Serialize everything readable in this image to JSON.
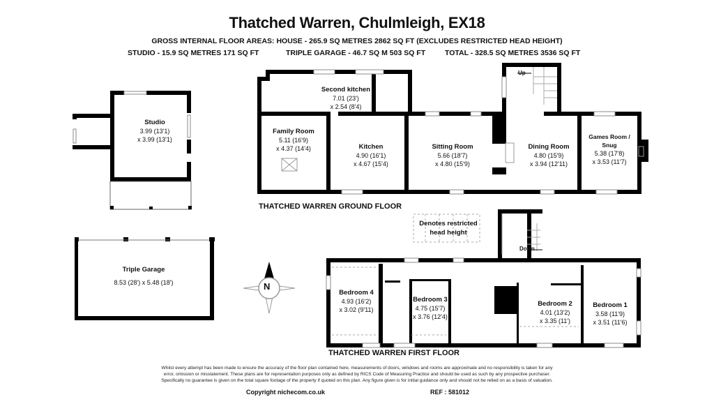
{
  "header": {
    "title": "Thatched Warren, Chulmleigh, EX18",
    "gross_areas": "GROSS INTERNAL FLOOR AREAS: HOUSE - 265.9 SQ METRES 2862 SQ FT (EXCLUDES RESTRICTED HEAD HEIGHT)",
    "studio_area": "STUDIO - 15.9 SQ METRES 171 SQ FT",
    "garage_area": "TRIPLE GARAGE - 46.7 SQ M 503 SQ FT",
    "total_area": "TOTAL - 328.5 SQ METRES 3536 SQ FT"
  },
  "outbuildings": {
    "studio": {
      "name": "Studio",
      "dim1": "3.99 (13'1)",
      "dim2": "x 3.99 (13'1)"
    },
    "garage": {
      "name": "Triple Garage",
      "dim1": "8.53 (28') x 5.48 (18')"
    }
  },
  "compass": {
    "label": "N"
  },
  "ground_floor": {
    "label": "THATCHED WARREN GROUND FLOOR",
    "stairs_label": "Up",
    "rooms": [
      {
        "name": "Second kitchen",
        "dim1": "7.01 (23')",
        "dim2": "x 2.54 (8'4)"
      },
      {
        "name": "Family Room",
        "dim1": "5.11 (16'9)",
        "dim2": "x 4.37 (14'4)"
      },
      {
        "name": "Kitchen",
        "dim1": "4.90 (16'1)",
        "dim2": "x 4.67 (15'4)"
      },
      {
        "name": "Sitting Room",
        "dim1": "5.66 (18'7)",
        "dim2": "x 4.80 (15'9)"
      },
      {
        "name": "Dining Room",
        "dim1": "4.80 (15'9)",
        "dim2": "x 3.94 (12'11)"
      },
      {
        "name": "Games Room /",
        "name2": "Snug",
        "dim1": "5.38 (17'8)",
        "dim2": "x 3.53 (11'7)"
      }
    ]
  },
  "first_floor": {
    "label": "THATCHED WARREN FIRST FLOOR",
    "stairs_label": "Down",
    "legend_line1": "Denotes restricted",
    "legend_line2": "head height",
    "rooms": [
      {
        "name": "Bedroom 4",
        "dim1": "4.93 (16'2)",
        "dim2": "x 3.02 (9'11)"
      },
      {
        "name": "Bedroom 3",
        "dim1": "4.75 (15'7)",
        "dim2": "x 3.76 (12'4)"
      },
      {
        "name": "Bedroom 2",
        "dim1": "4.01 (13'2)",
        "dim2": "x 3.35 (11')"
      },
      {
        "name": "Bedroom 1",
        "dim1": "3.58 (11'9)",
        "dim2": "x 3.51 (11'6)"
      }
    ]
  },
  "footer": {
    "disclaimer_line1": "Whilst every attempt has been made to ensure the accuracy of the floor plan contained here, measurements of doors, windows and rooms are approximate and no responsibility is taken for any",
    "disclaimer_line2": "error, omission or misstatement. These plans are for representation purposes only as defined by RICS Code of Measuring Practice and should be used as such by any prospective purchaser.",
    "disclaimer_line3": "Specifically no guarantee is given on the total square footage of the property if quoted on this plan. Any figure given is for initial guidance only and should not be relied on as a basis of valuation.",
    "copyright": "Copyright nichecom.co.uk",
    "ref": "REF : 581012"
  }
}
